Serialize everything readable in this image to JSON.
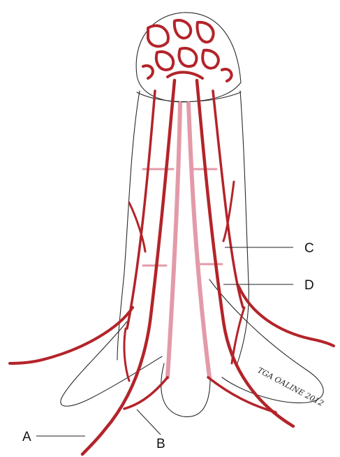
{
  "colors": {
    "artery": "#b3242a",
    "artery_dark": "#8e1a1f",
    "artery_light": "#e39aa8",
    "outline": "#2a2a2a"
  },
  "labels": {
    "a": "A",
    "b": "B",
    "c": "C",
    "d": "D"
  },
  "signature": "TGA OALINE 2012"
}
